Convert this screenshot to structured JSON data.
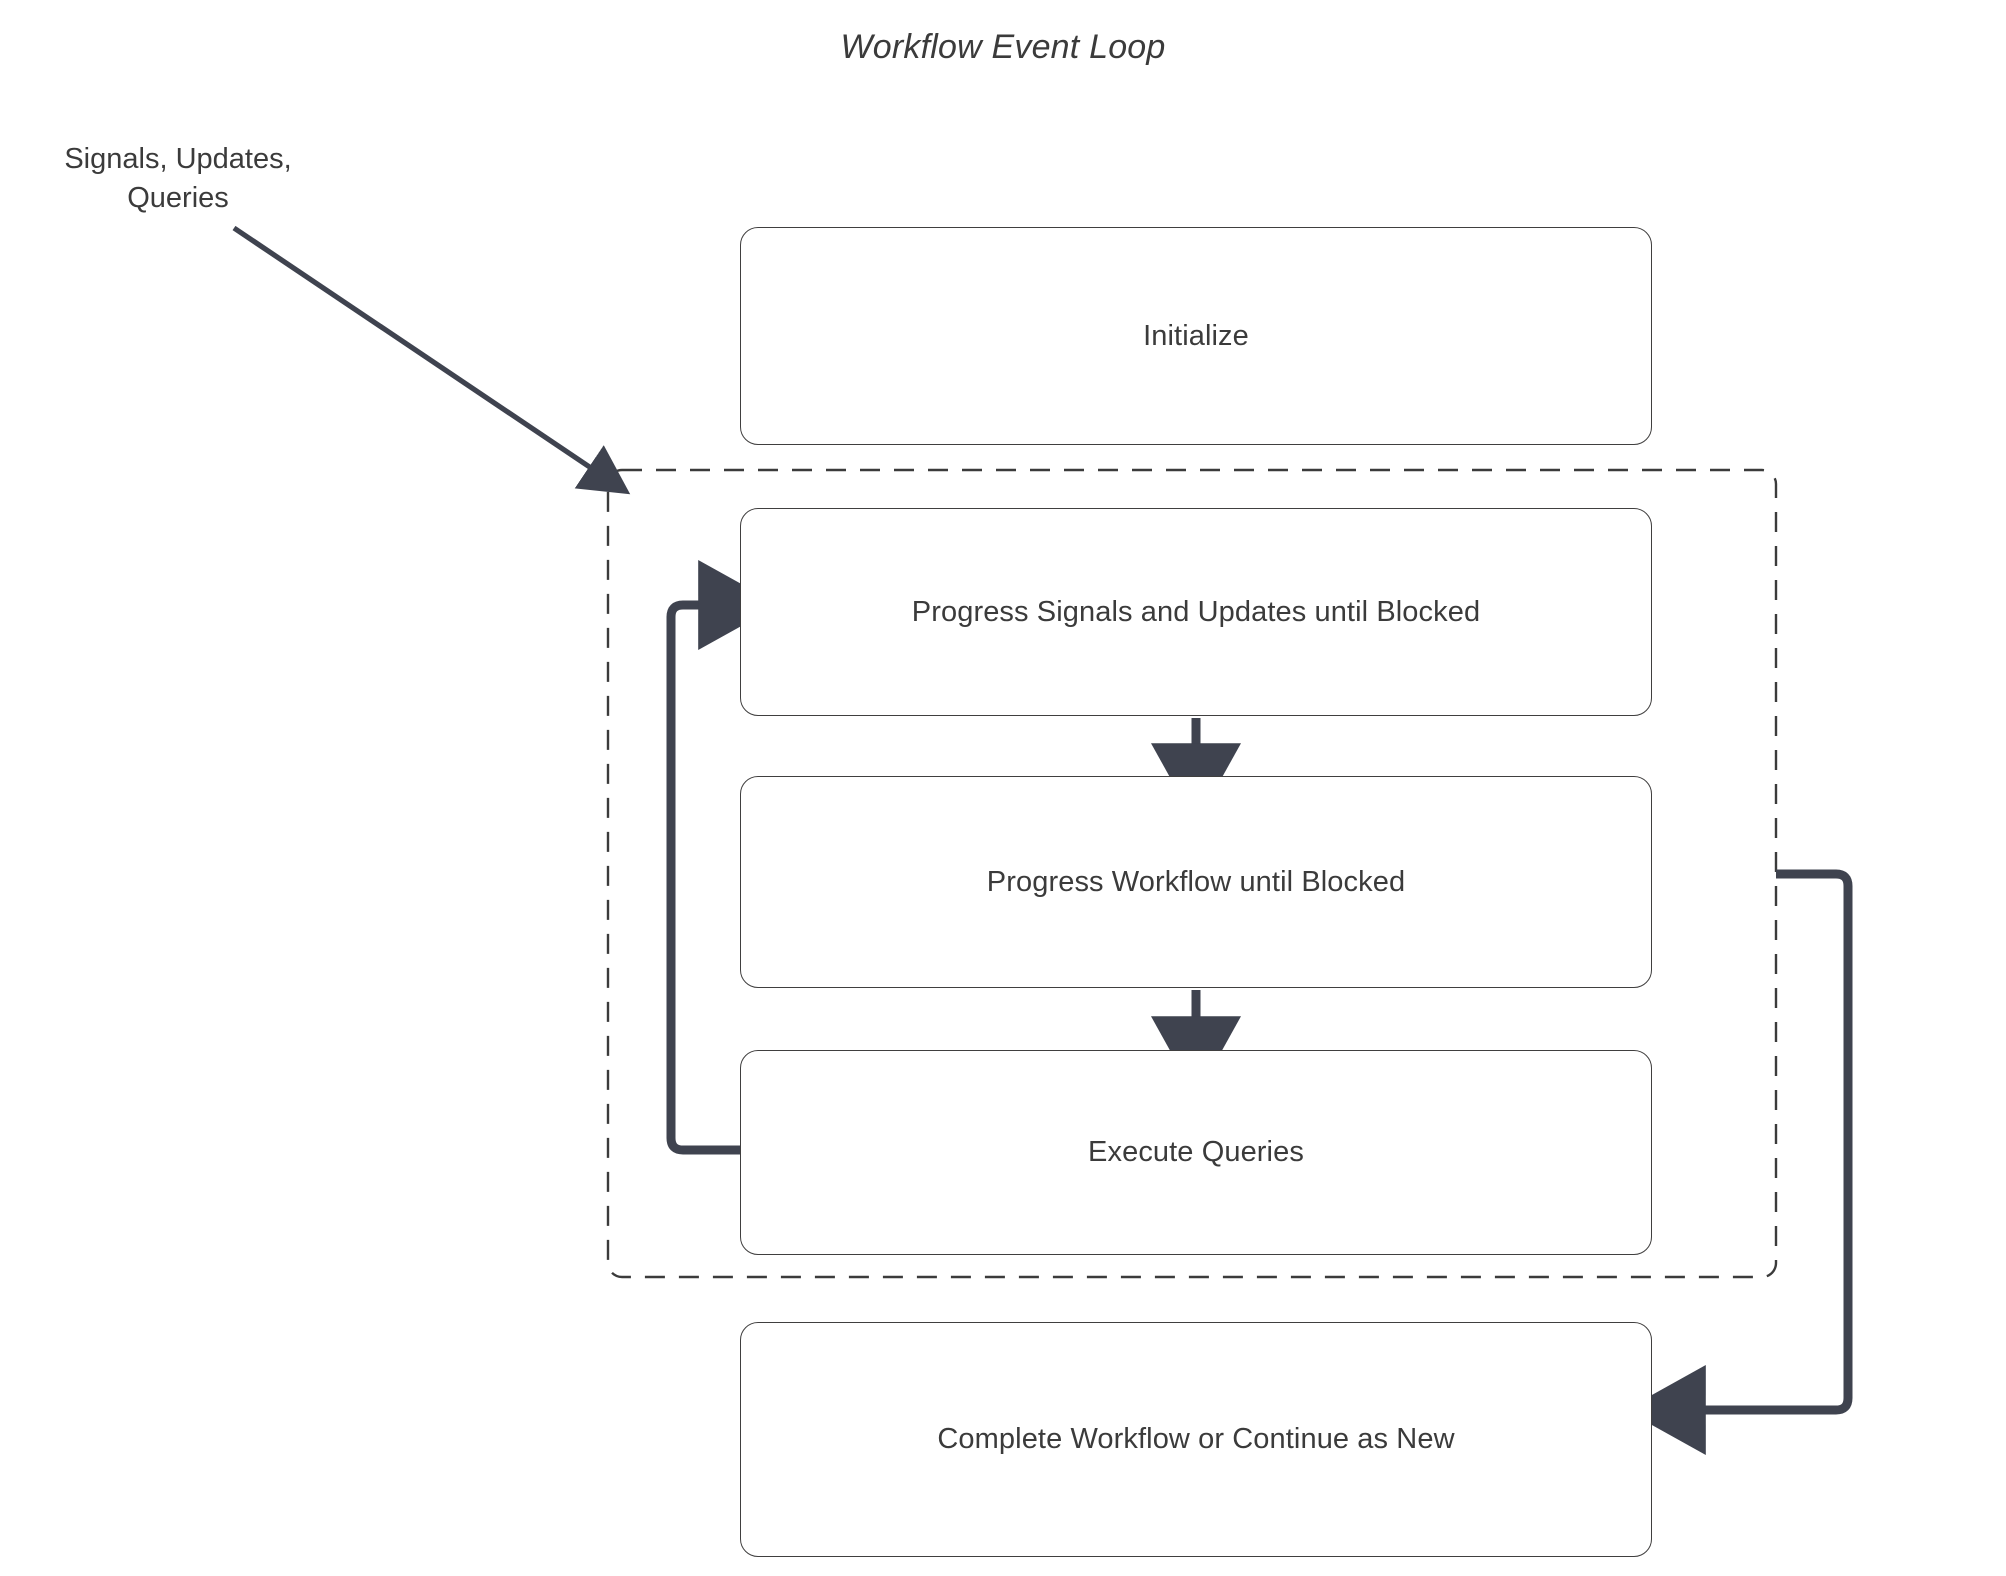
{
  "diagram": {
    "title": "Workflow Event Loop",
    "type": "flowchart",
    "background_color": "#ffffff",
    "node_border_color": "#403f3f",
    "node_fill_color": "#ffffff",
    "text_color": "#3b3b3b",
    "arrow_color": "#3f434f",
    "dashed_border_color": "#3b3b3b",
    "nodes": [
      {
        "id": "initialize",
        "label": "Initialize",
        "inside_loop": false
      },
      {
        "id": "progress-signals",
        "label": "Progress Signals and Updates until Blocked",
        "inside_loop": true
      },
      {
        "id": "progress-workflow",
        "label": "Progress Workflow until Blocked",
        "inside_loop": true
      },
      {
        "id": "execute-queries",
        "label": "Execute Queries",
        "inside_loop": true
      },
      {
        "id": "complete-workflow",
        "label": "Complete Workflow or Continue as New",
        "inside_loop": false
      }
    ],
    "external_label": "Signals, Updates,\nQueries",
    "external_label_line1": "Signals, Updates,",
    "external_label_line2": "Queries",
    "edges": [
      {
        "from": "external-input",
        "to": "loop-container",
        "style": "solid-diagonal",
        "arrowhead": "filled-triangle"
      },
      {
        "from": "progress-signals",
        "to": "progress-workflow",
        "style": "solid-vertical",
        "arrowhead": "filled-triangle"
      },
      {
        "from": "progress-workflow",
        "to": "execute-queries",
        "style": "solid-vertical",
        "arrowhead": "filled-triangle"
      },
      {
        "from": "execute-queries",
        "to": "progress-signals",
        "style": "orthogonal-left-loop",
        "arrowhead": "filled-triangle"
      },
      {
        "from": "loop-container",
        "to": "complete-workflow",
        "style": "orthogonal-right-loop",
        "arrowhead": "filled-triangle"
      }
    ],
    "loop_container": {
      "id": "event-loop-group",
      "border_style": "dashed",
      "label": ""
    }
  }
}
